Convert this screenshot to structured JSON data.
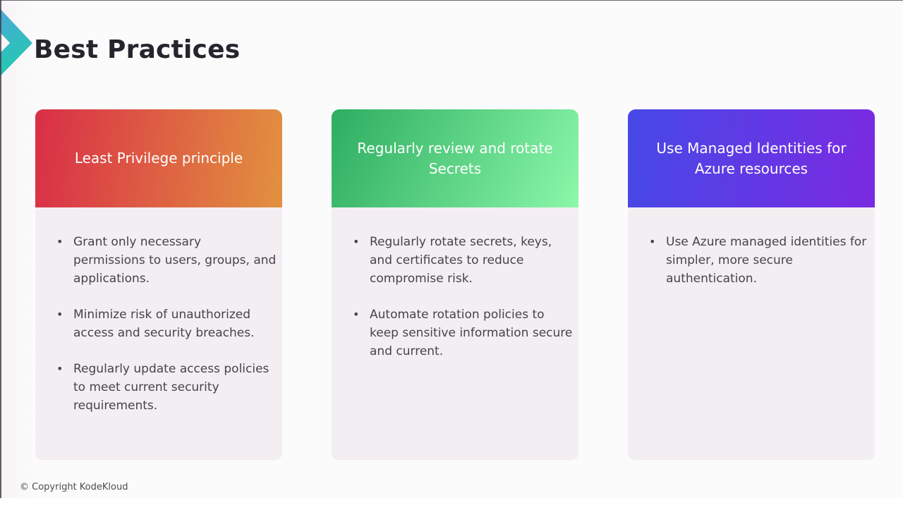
{
  "page": {
    "title": "Best Practices",
    "copyright": "© Copyright KodeKloud",
    "background_color": "#fcfbfc",
    "logo": {
      "icon": "kodekloud-chevron",
      "gradient_top": "#4fa6dd",
      "gradient_bottom": "#26c7b2"
    }
  },
  "theme": {
    "card_body_bg": "#f3eef2",
    "body_text_color": "#474349",
    "header_text_color": "#ffffff"
  },
  "cards": [
    {
      "title": "Least Privilege principle",
      "header_gradient": {
        "angle": "97deg",
        "from": "#d92e47",
        "to": "#e2913f"
      },
      "bullets": [
        "Grant only necessary permissions to users, groups, and applications.",
        "Minimize risk of unauthorized access and security breaches.",
        "Regularly update access policies to meet current security requirements."
      ]
    },
    {
      "title": "Regularly review and rotate Secrets",
      "header_gradient": {
        "angle": "115deg",
        "from": "#2dad60",
        "to": "#8bf7a9"
      },
      "bullets": [
        "Regularly rotate secrets, keys, and certificates to reduce compromise risk.",
        "Automate rotation policies to keep sensitive information secure and current."
      ]
    },
    {
      "title": "Use Managed Identities for Azure resources",
      "header_gradient": {
        "angle": "97deg",
        "from": "#4649e6",
        "to": "#7b2ae2"
      },
      "bullets": [
        "Use Azure managed identities for simpler, more secure authentication."
      ]
    }
  ]
}
